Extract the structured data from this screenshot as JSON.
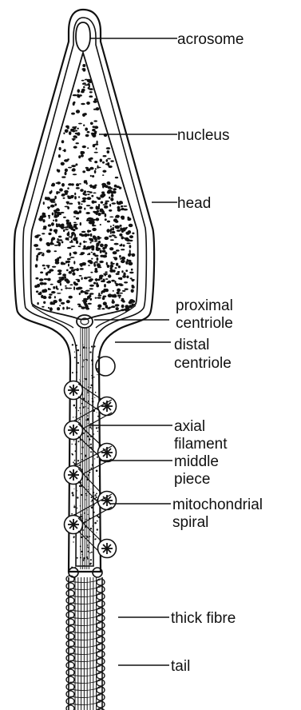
{
  "labels": {
    "acrosome": "acrosome",
    "nucleus": "nucleus",
    "head": "head",
    "proximal_centriole": [
      "proximal",
      "centriole"
    ],
    "distal_centriole": [
      "distal",
      "centriole"
    ],
    "axial_filament": [
      "axial",
      "filament"
    ],
    "middle_piece": [
      "middle",
      "piece"
    ],
    "mitochondrial_spiral": [
      "mitochondrial",
      "spiral"
    ],
    "thick_fibre": "thick fibre",
    "tail": "tail"
  },
  "colors": {
    "ink": "#111111",
    "paper": "#ffffff"
  }
}
